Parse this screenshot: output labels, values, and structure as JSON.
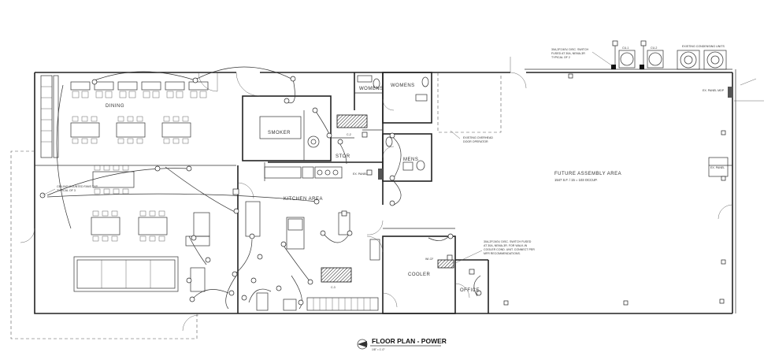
{
  "rooms": {
    "dining": "DINING",
    "smoker": "SMOKER",
    "stor": "STOR",
    "womens": "WOMENS",
    "womens_upper": "WOMENS",
    "mens": "MENS",
    "kitchen": "KITCHEN AREA",
    "cooler": "COOLER",
    "office": "OFFICE",
    "assembly": "FUTURE ASSEMBLY AREA",
    "assembly_sub": "1547 S.F. / 15 = 103 OCCUP."
  },
  "notes": {
    "fans": "CEILING MOUNTED FANS TYP.",
    "fans2": "TYPICAL OF 3",
    "overhead": "EXISTING OVERHEAD",
    "overhead2": "DOOR OPERATOR",
    "switch_top_1": "30A,2P,240V, DISC. SWITCH",
    "switch_top_2": "FUSED AT 30A, NEMA-3R",
    "switch_top_3": "TYPICAL OF 2",
    "switch_cool_1": "30A,2P,240V, DISC. SWITCH FUSED",
    "switch_cool_2": "AT 30A, NEMA-3R. FOR WALK-IN",
    "switch_cool_3": "COOLER COND. UNIT. CONNECT PER",
    "switch_cool_4": "MFR RECOMMENDATIONS.",
    "existing_cond": "EXISTING CONDENSING UNITS",
    "panel_ex": "EX. PANEL MDP",
    "panel_a": "EX. PANEL",
    "panel_b": "EX. PANEL",
    "walkin": "WI-CF"
  },
  "equipment": {
    "cu1": "CU-1",
    "cu2": "CU-2",
    "c2": "C-2",
    "c3": "C-3"
  },
  "title": {
    "main": "FLOOR PLAN - POWER",
    "scale": "1/8\" = 1'-0\""
  }
}
